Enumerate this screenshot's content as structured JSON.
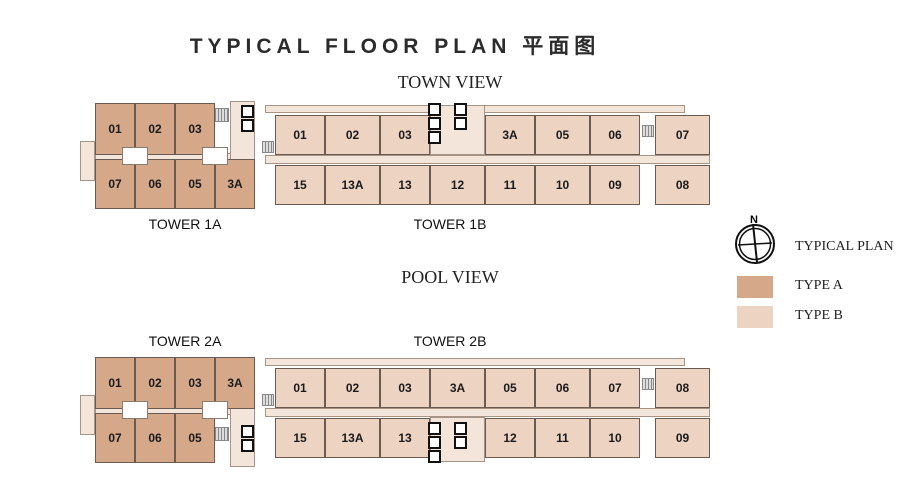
{
  "title": "TYPICAL FLOOR PLAN 平面图",
  "town_view": "TOWN VIEW",
  "pool_view": "POOL VIEW",
  "towers": {
    "t1a": {
      "name": "TOWER 1A",
      "top": [
        "01",
        "02",
        "03"
      ],
      "bottom": [
        "07",
        "06",
        "05",
        "3A"
      ]
    },
    "t1b": {
      "name": "TOWER 1B",
      "top": [
        "01",
        "02",
        "03",
        "3A",
        "05",
        "06",
        "07"
      ],
      "bottom": [
        "15",
        "13A",
        "13",
        "12",
        "11",
        "10",
        "09",
        "08"
      ]
    },
    "t2a": {
      "name": "TOWER 2A",
      "top": [
        "01",
        "02",
        "03",
        "3A"
      ],
      "bottom": [
        "07",
        "06",
        "05"
      ]
    },
    "t2b": {
      "name": "TOWER 2B",
      "top": [
        "01",
        "02",
        "03",
        "3A",
        "05",
        "06",
        "07",
        "08"
      ],
      "bottom": [
        "15",
        "13A",
        "13",
        "12",
        "11",
        "10",
        "09"
      ]
    }
  },
  "legend": {
    "compass": "N",
    "typical_plan": "TYPICAL PLAN",
    "type_a": "TYPE A",
    "type_b": "TYPE B"
  },
  "colors": {
    "type_a": "#d6a88a",
    "type_b": "#ecd3c2",
    "corridor": "#f3e5da"
  }
}
